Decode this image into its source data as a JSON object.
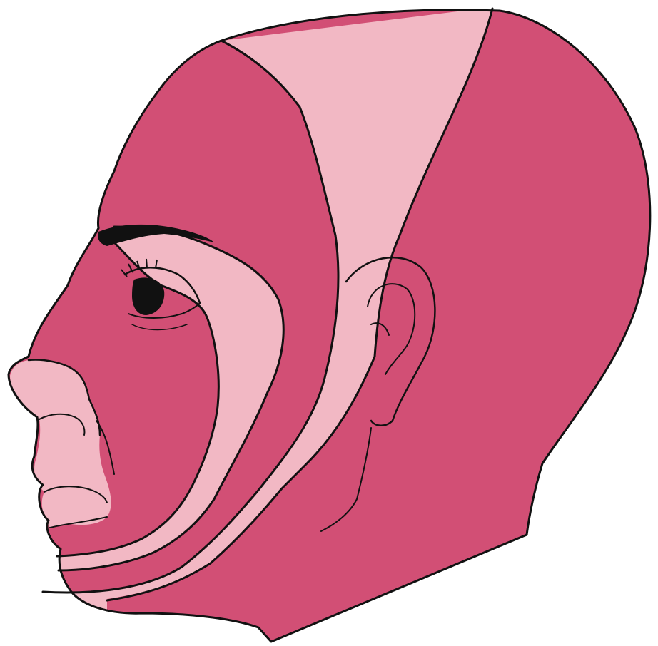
{
  "figure": {
    "subject": "head-profile-left",
    "colors": {
      "background": "#ffffff",
      "dark_region": "#d24f75",
      "light_region": "#f2b8c4",
      "outline": "#111111"
    },
    "regions": [
      {
        "name": "forehead-front-head",
        "shade": "dark"
      },
      {
        "name": "crown-band",
        "shade": "light"
      },
      {
        "name": "back-head-neck",
        "shade": "dark"
      },
      {
        "name": "periorbital-cheek-band",
        "shade": "light"
      },
      {
        "name": "mid-face",
        "shade": "dark"
      },
      {
        "name": "jaw-band",
        "shade": "light"
      },
      {
        "name": "nose-lips",
        "shade": "light"
      },
      {
        "name": "chin-lower-jaw",
        "shade": "dark"
      }
    ]
  }
}
